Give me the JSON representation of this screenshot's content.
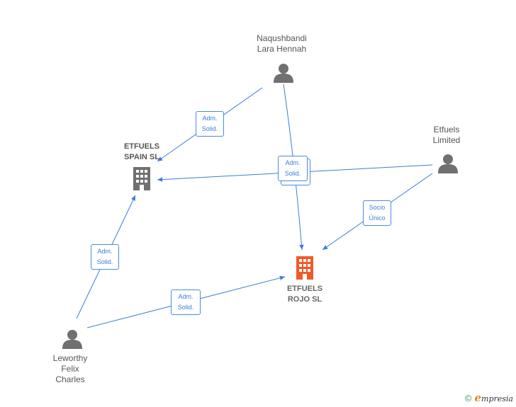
{
  "nodes": {
    "naqushbandi": {
      "label": "Naqushbandi\nLara Hennah",
      "type": "person"
    },
    "etfuels_limited": {
      "label": "Etfuels\nLimited",
      "type": "person"
    },
    "etfuels_spain": {
      "label": "ETFUELS\nSPAIN  SL",
      "type": "company"
    },
    "etfuels_rojo": {
      "label": "ETFUELS\nROJO  SL",
      "type": "company-focus"
    },
    "leworthy": {
      "label": "Leworthy\nFelix\nCharles",
      "type": "person"
    }
  },
  "edges": {
    "naq_spain": "Adm.\nSolid.",
    "naq_rojo": "Adm.\nSolid.",
    "limited_rojo": "Socio\nÚnico",
    "lew_spain": "Adm.\nSolid.",
    "lew_rojo": "Adm.\nSolid."
  },
  "colors": {
    "edge": "#3b7dd8",
    "person_icon": "#707070",
    "company_icon": "#707070",
    "focus_icon": "#f05a28"
  },
  "footer": {
    "copyright": "©",
    "brand_initial": "e",
    "brand_rest": "mpresia"
  }
}
